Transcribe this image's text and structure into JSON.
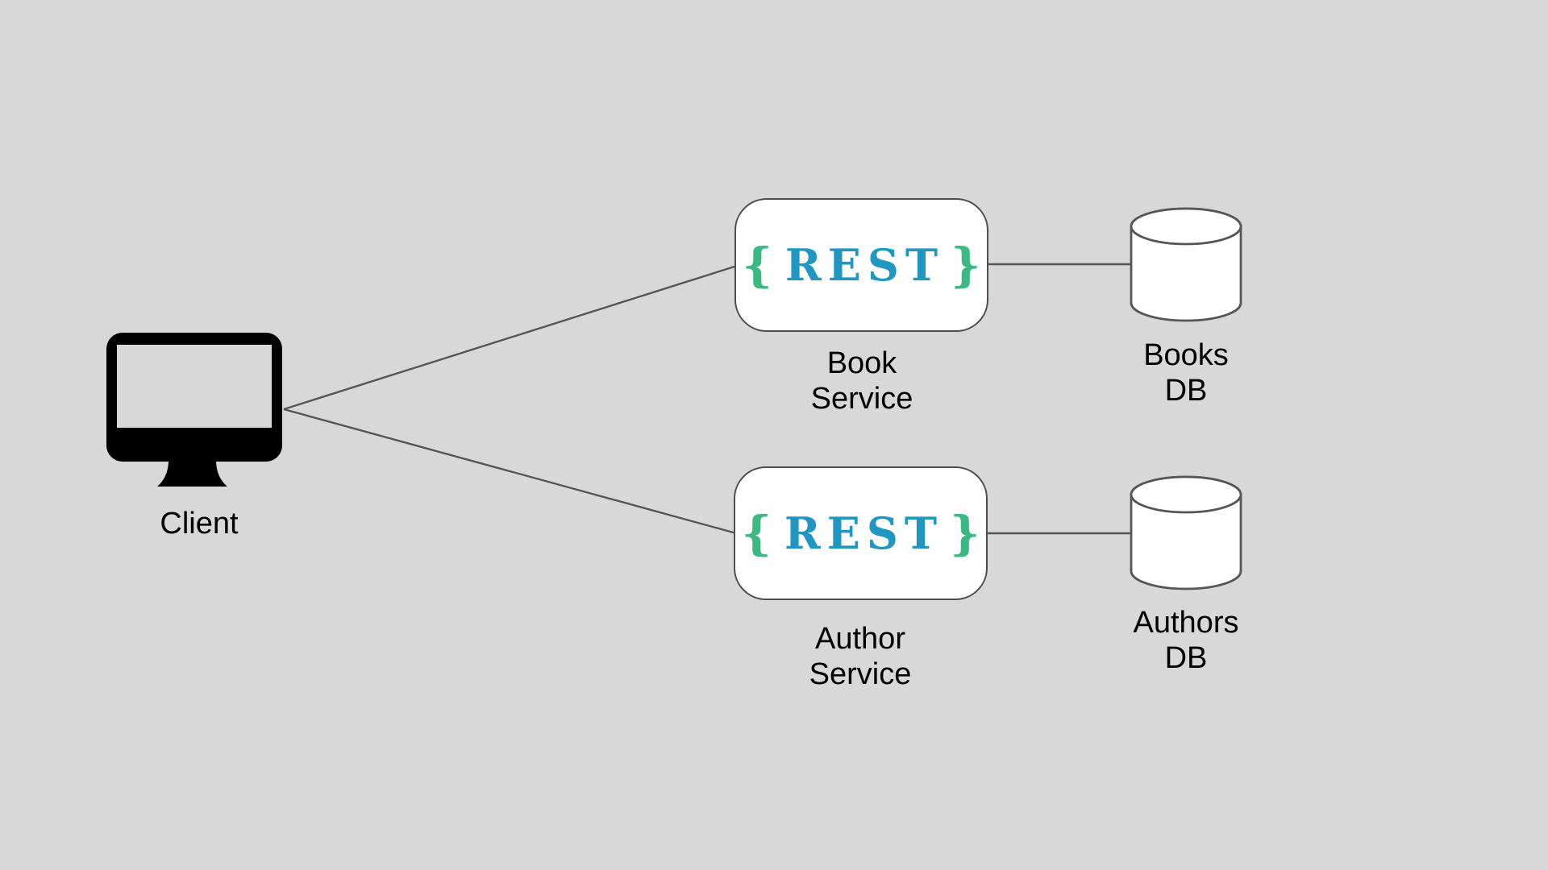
{
  "colors": {
    "background": "#d8d8d8",
    "node_fill": "#ffffff",
    "node_border": "#4d4d4d",
    "line": "#565656",
    "label_text": "#000000",
    "rest_blue": "#2096c0",
    "brace_green": "#3cb982",
    "icon_black": "#000000"
  },
  "client": {
    "label": "Client"
  },
  "services": [
    {
      "rest": {
        "open": "{",
        "word": "REST",
        "close": "}"
      },
      "label_lines": [
        "Book",
        "Service"
      ]
    },
    {
      "rest": {
        "open": "{",
        "word": "REST",
        "close": "}"
      },
      "label_lines": [
        "Author",
        "Service"
      ]
    }
  ],
  "databases": [
    {
      "label_lines": [
        "Books",
        "DB"
      ]
    },
    {
      "label_lines": [
        "Authors",
        "DB"
      ]
    }
  ]
}
